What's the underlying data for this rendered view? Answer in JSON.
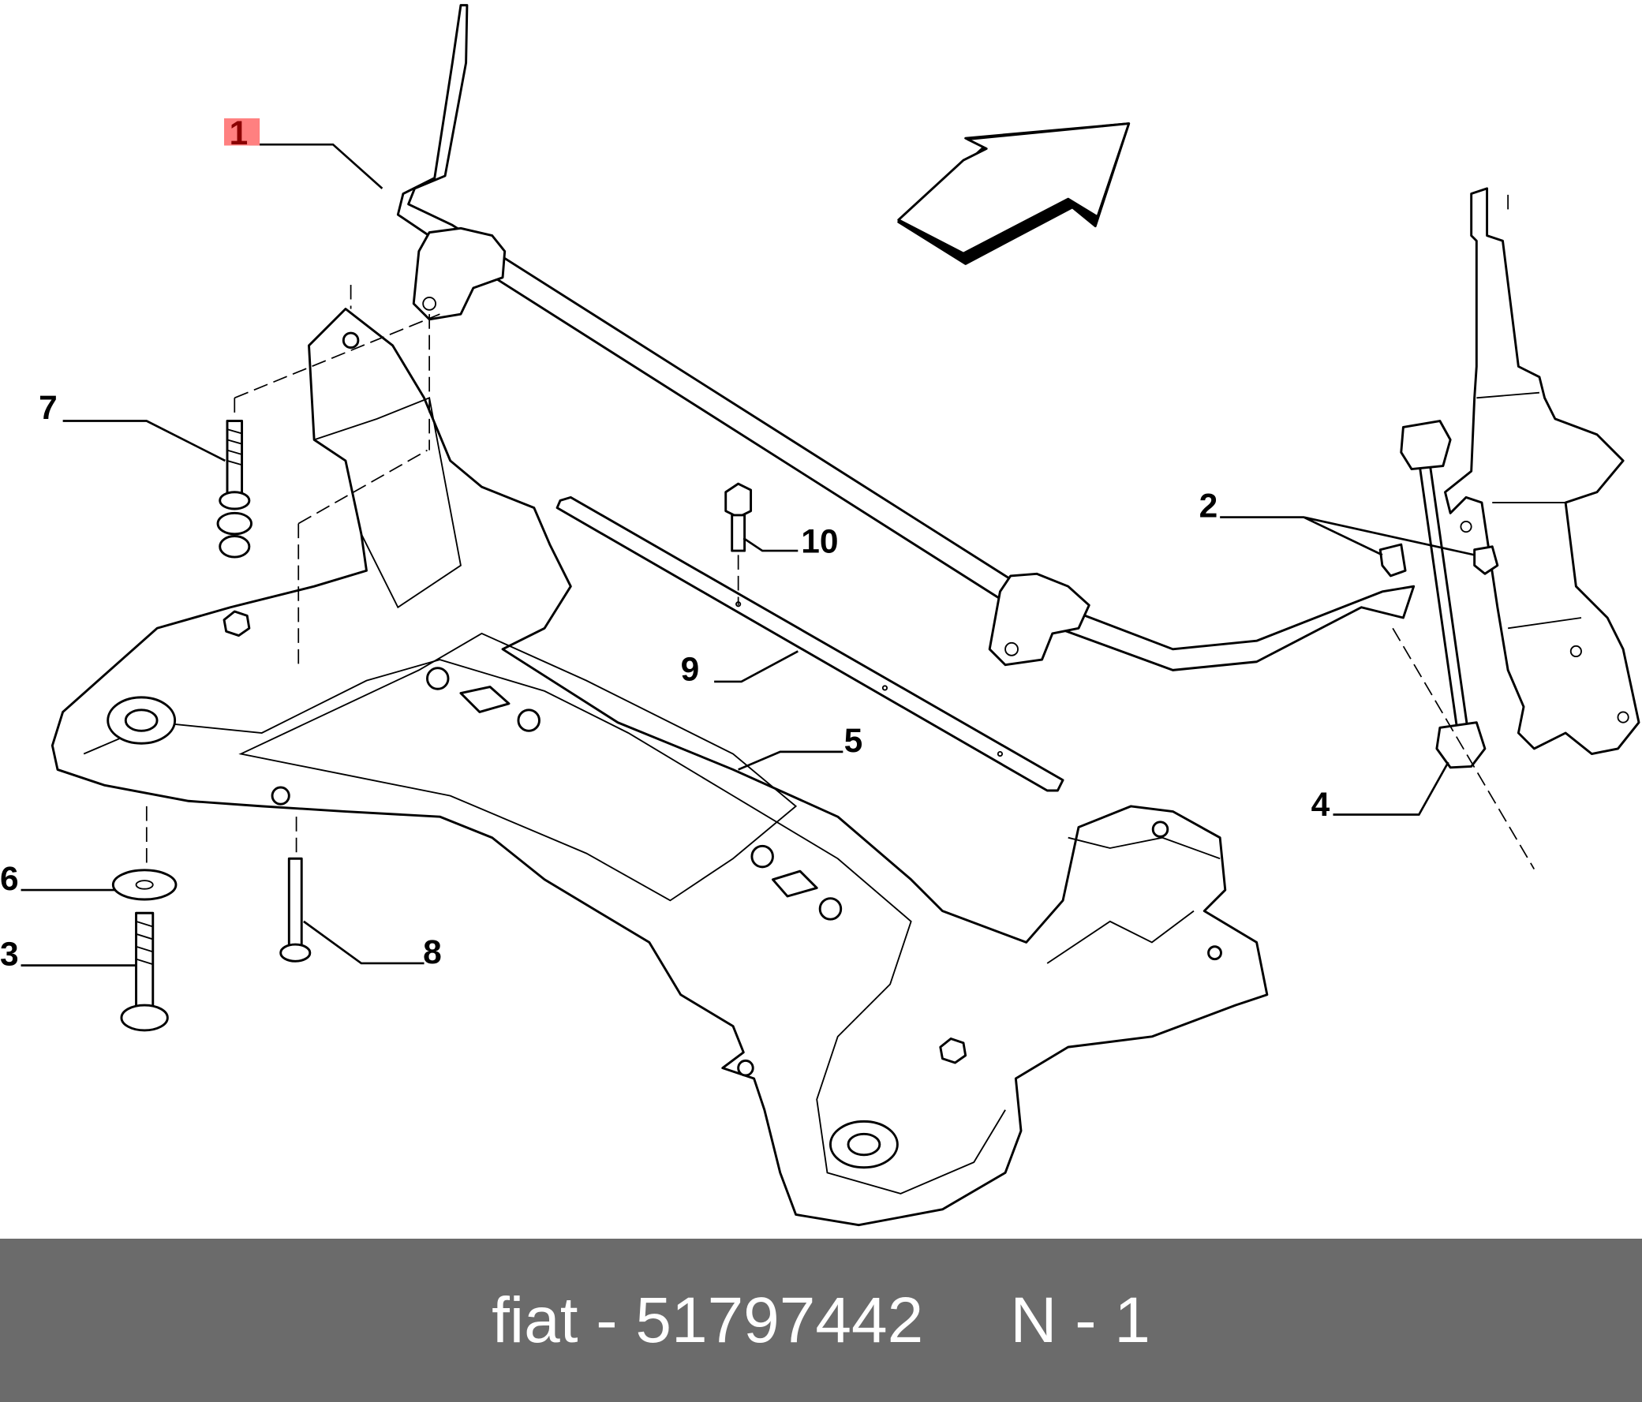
{
  "diagram": {
    "callouts": [
      {
        "id": "1",
        "highlighted": true
      },
      {
        "id": "2"
      },
      {
        "id": "3"
      },
      {
        "id": "4"
      },
      {
        "id": "5"
      },
      {
        "id": "6"
      },
      {
        "id": "7"
      },
      {
        "id": "8"
      },
      {
        "id": "9"
      },
      {
        "id": "10"
      }
    ],
    "highlight_color": "#ff8080",
    "highlight_text_color": "#8b0000"
  },
  "footer": {
    "brand": "fiat",
    "separator": " - ",
    "part_number": "51797442",
    "position_label": "N - 1"
  }
}
